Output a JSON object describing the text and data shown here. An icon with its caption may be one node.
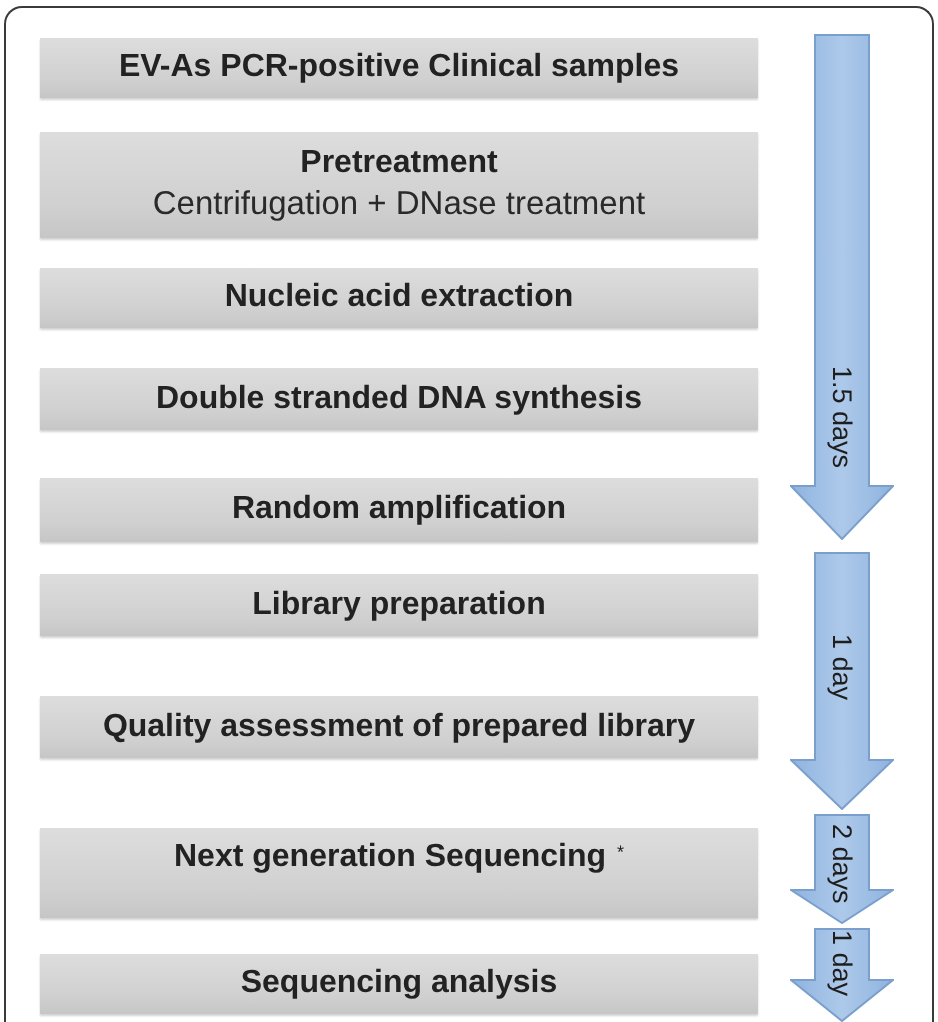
{
  "diagram": {
    "nodes": [
      {
        "text": [
          "EV-As PCR-positive Clinical samples"
        ]
      },
      {
        "text": [
          "Pretreatment",
          "Centrifugation + DNase treatment"
        ]
      },
      {
        "text": [
          "Nucleic acid extraction"
        ]
      },
      {
        "text": [
          "Double stranded DNA synthesis"
        ]
      },
      {
        "text": [
          "Random amplification"
        ]
      },
      {
        "text": [
          "Library preparation"
        ]
      },
      {
        "text": [
          "Quality assessment of prepared library"
        ]
      },
      {
        "text": [
          "Next generation Sequencing $^{*}$"
        ]
      },
      {
        "text": [
          "Sequencing analysis"
        ]
      }
    ],
    "labels": [
      "1.5 days",
      "1 day",
      "2 days",
      "1 day"
    ]
  }
}
